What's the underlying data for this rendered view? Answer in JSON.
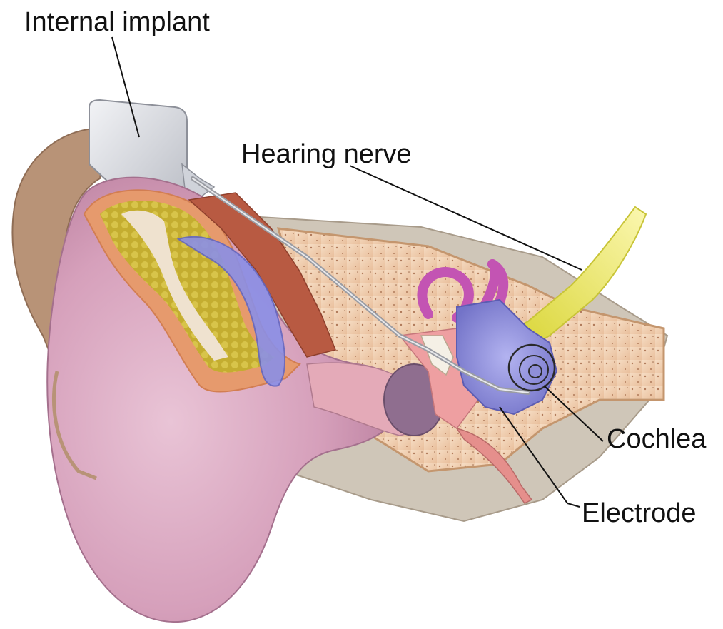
{
  "labels": {
    "internal_implant": "Internal implant",
    "hearing_nerve": "Hearing nerve",
    "cochlea": "Cochlea",
    "electrode": "Electrode"
  },
  "colors": {
    "background": "#ffffff",
    "skin": "#d9a7bf",
    "cartilage_fat": "#c9b23a",
    "bone": "#f3d3b8",
    "muscle": "#b8573e",
    "nerve": "#e6e24f",
    "implant": "#d9dbe0",
    "cochlea": "#8f8fd8",
    "semicircular_canals": "#c65ab8",
    "leader_line": "#111111"
  }
}
